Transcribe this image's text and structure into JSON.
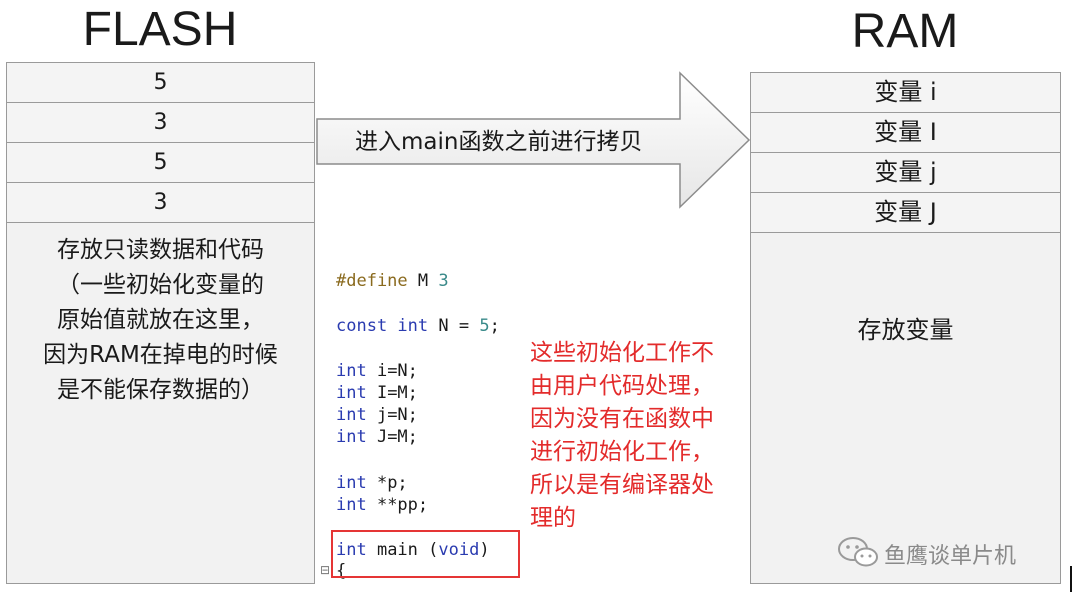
{
  "titles": {
    "flash": "FLASH",
    "ram": "RAM"
  },
  "flash": {
    "cells": [
      "5",
      "3",
      "5",
      "3"
    ],
    "description": "存放只读数据和代码\n（一些初始化变量的\n原始值就放在这里，\n因为RAM在掉电的时候\n是不能保存数据的）"
  },
  "ram": {
    "cells": [
      "变量 i",
      "变量 I",
      "变量 j",
      "变量 J"
    ],
    "description": "存放变量"
  },
  "arrow": {
    "label": "进入main函数之前进行拷贝"
  },
  "code": {
    "define": {
      "kw": "#define",
      "rest": " M ",
      "num": "3"
    },
    "const": {
      "kw1": "const",
      "kw2": " int",
      "rest": " N = ",
      "num": "5",
      "end": ";"
    },
    "vars": [
      {
        "kw": "int",
        "rest": " i=N;"
      },
      {
        "kw": "int",
        "rest": " I=M;"
      },
      {
        "kw": "int",
        "rest": " j=N;"
      },
      {
        "kw": "int",
        "rest": " J=M;"
      }
    ],
    "ptrs": [
      {
        "kw": "int",
        "rest": " *p;"
      },
      {
        "kw": "int",
        "rest": " **pp;"
      }
    ],
    "main": {
      "kw": "int",
      "rest": " main (",
      "kw2": "void",
      "end": ")"
    },
    "brace": "{"
  },
  "annotation": "这些初始化工作不\n由用户代码处理，\n因为没有在函数中\n进行初始化工作，\n所以是有编译器处\n理的",
  "watermark": {
    "text": "鱼鹰谈单片机",
    "icon": "wechat-icon"
  },
  "colors": {
    "red": "#e53535",
    "keyword": "#2a3bb0",
    "cell_border": "#9a9a9a"
  }
}
